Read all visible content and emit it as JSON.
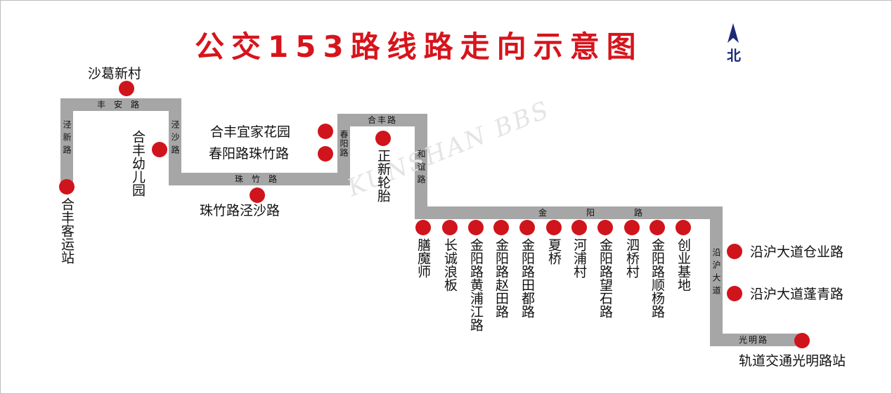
{
  "title": "公交153路线路走向示意图",
  "north": "北",
  "watermark": "KUNSHAN BBS",
  "colors": {
    "title": "#d7141c",
    "stop": "#d0141c",
    "route": "#a6a6a6",
    "north_arrow": "#1c2a78"
  },
  "icons": {
    "north": "north-arrow-icon",
    "stop": "stop-dot-icon"
  },
  "roads": {
    "jingxin": "泾新路",
    "fengan": "丰安路",
    "jingsha": "泾沙路",
    "zhuzhu": "珠竹路",
    "chunyang": "春阳路",
    "hefeng": "合丰路",
    "heyi": "和谊路",
    "jinyang": "金阳路",
    "yanhu": "沿沪大道",
    "guangming": "光明路"
  },
  "stops": {
    "hefeng_keyun": "合丰客运站",
    "shage": "沙葛新村",
    "hefeng_youer": "合丰幼儿园",
    "zhuzhu_jingsha": "珠竹路泾沙路",
    "hefeng_yijia": "合丰宜家花园",
    "chunyang_zhuzhu": "春阳路珠竹路",
    "zhengxin": "正新轮胎",
    "shanmoshi": "膳魔师",
    "changcheng": "长诚浪板",
    "huangpujiang": "金阳路黄浦江路",
    "zhaotian": "金阳路赵田路",
    "tiandu": "金阳路田都路",
    "xiaqiao": "夏桥",
    "hepu": "河浦村",
    "wangshi": "金阳路望石路",
    "siqiao": "泗桥村",
    "shunyang": "金阳路顺杨路",
    "chuangye": "创业基地",
    "cangye": "沿沪大道仓业路",
    "pengqing": "沿沪大道蓬青路",
    "guangming_station": "轨道交通光明路站"
  }
}
